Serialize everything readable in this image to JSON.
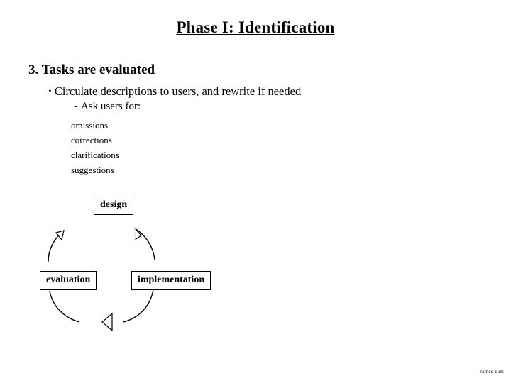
{
  "slide": {
    "title": "Phase I: Identification",
    "heading": "3. Tasks are evaluated",
    "bullet_level2": "Circulate descriptions to users, and rewrite if needed",
    "bullet_level3": "Ask users for:",
    "bullet_dot": "•",
    "bullet_dash": "-",
    "sub_items": [
      "omissions",
      "corrections",
      "clarifications",
      "suggestions"
    ],
    "diagram": {
      "nodes": [
        {
          "label": "design"
        },
        {
          "label": "evaluation"
        },
        {
          "label": "implementation"
        }
      ]
    },
    "footer": "James Tam"
  }
}
